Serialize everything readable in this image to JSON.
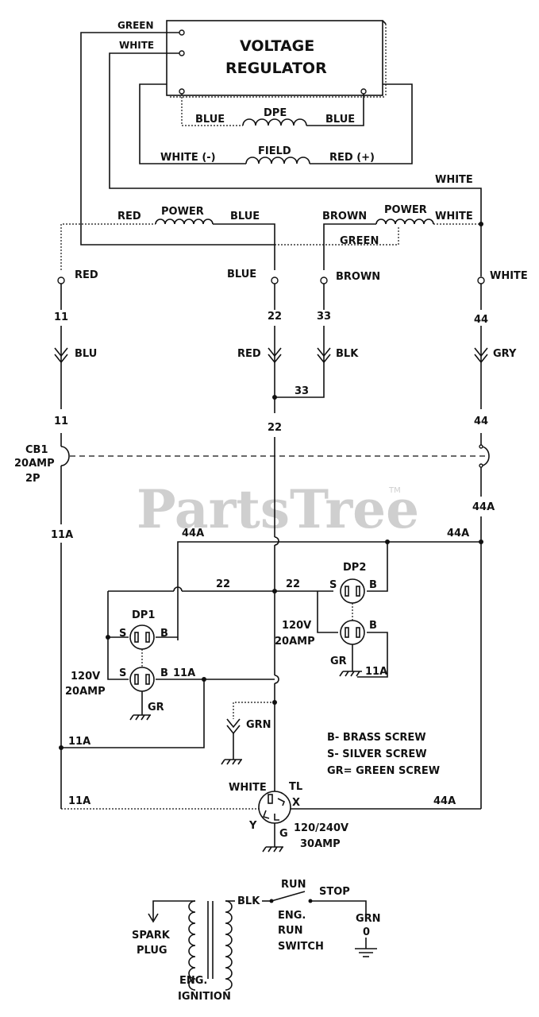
{
  "regulator": {
    "title_line1": "VOLTAGE",
    "title_line2": "REGULATOR",
    "wire_green": "GREEN",
    "wire_white": "WHITE",
    "dpe_left": "BLUE",
    "dpe_label": "DPE",
    "dpe_right": "BLUE",
    "field_left": "WHITE (-)",
    "field_label": "FIELD",
    "field_right": "RED (+)"
  },
  "power_windings": {
    "white_top": "WHITE",
    "left_red": "RED",
    "left_power": "POWER",
    "left_blue": "BLUE",
    "right_brown": "BROWN",
    "right_power": "POWER",
    "right_white": "WHITE",
    "green": "GREEN"
  },
  "terminals": {
    "red": "RED",
    "blue": "BLUE",
    "brown": "BROWN",
    "white": "WHITE"
  },
  "wire_numbers": {
    "n11_top": "11",
    "n22_top": "22",
    "n33_top": "33",
    "n44_top": "44",
    "blu": "BLU",
    "red": "RED",
    "blk": "BLK",
    "gry": "GRY",
    "n33_mid": "33",
    "n11_mid": "11",
    "n22_mid": "22",
    "n44_mid": "44"
  },
  "breaker": {
    "name": "CB1",
    "rating": "20AMP",
    "poles": "2P",
    "w11a": "11A",
    "w44a": "44A"
  },
  "bus": {
    "w44a_left": "44A",
    "w44a_right": "44A",
    "w22_left": "22",
    "w22_right": "22",
    "w11a_dp1": "11A",
    "w11a_left": "11A",
    "w11a_bottom": "11A",
    "w44a_bottom": "44A",
    "w11a_dp2": "11A"
  },
  "dp1": {
    "name": "DP1",
    "s_top": "S",
    "b_top": "B",
    "s_bot": "S",
    "b_bot": "B",
    "gr": "GR",
    "volt": "120V",
    "amp": "20AMP"
  },
  "dp2": {
    "name": "DP2",
    "s_top": "S",
    "b_top": "B",
    "b_bot": "B",
    "gr": "GR",
    "volt": "120V",
    "amp": "20AMP"
  },
  "ground": {
    "grn": "GRN"
  },
  "legend": {
    "line1": "B- BRASS SCREW",
    "line2": "S- SILVER SCREW",
    "line3": "GR= GREEN SCREW"
  },
  "twistlock": {
    "white": "WHITE",
    "name": "TL",
    "x": "X",
    "y": "Y",
    "g": "G",
    "volt": "120/240V",
    "amp": "30AMP"
  },
  "ignition": {
    "blk": "BLK",
    "run": "RUN",
    "stop": "STOP",
    "switch_line1": "ENG.",
    "switch_line2": "RUN",
    "switch_line3": "SWITCH",
    "grn": "GRN",
    "zero": "0",
    "spark1": "SPARK",
    "spark2": "PLUG",
    "ign1": "ENG.",
    "ign2": "IGNITION"
  },
  "watermark": {
    "text": "PartsTree",
    "tm": "TM"
  }
}
